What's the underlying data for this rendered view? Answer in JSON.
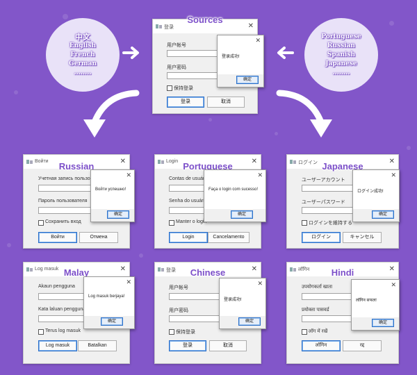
{
  "source_languages": [
    "中文",
    "English",
    "French",
    "German",
    "........"
  ],
  "target_languages": [
    "Portuguese",
    "Russian",
    "Spanish",
    "Japanese",
    "........"
  ],
  "windows": {
    "source": {
      "lang": "Sources",
      "title": "登录",
      "user_label": "用户帐号",
      "pass_label": "用户密码",
      "remember": "保持登录",
      "login_btn": "登录",
      "cancel_btn": "取消",
      "dialog_msg": "登录成功!",
      "ok": "确定"
    },
    "russian": {
      "lang": "Russian",
      "title": "Войти",
      "user_label": "Учетная запись пользовате",
      "pass_label": "Пароль пользователя",
      "remember": "Сохранить вход",
      "login_btn": "Войти",
      "cancel_btn": "Отмена",
      "dialog_msg": "Войти успешно!",
      "ok": "确定"
    },
    "portuguese": {
      "lang": "Portuguese",
      "title": "Login",
      "user_label": "Contas de usuário",
      "pass_label": "Senha do usuário",
      "remember": "Manter o login",
      "login_btn": "Login",
      "cancel_btn": "Cancelamento",
      "dialog_msg": "Faça o login com sucesso!",
      "ok": "确定"
    },
    "japanese": {
      "lang": "Japanese",
      "title": "ログイン",
      "user_label": "ユーザーアカウント",
      "pass_label": "ユーザーパスワード",
      "remember": "ログインを維持する",
      "login_btn": "ログイン",
      "cancel_btn": "キャンセル",
      "dialog_msg": "ログイン成功!",
      "ok": "确定"
    },
    "malay": {
      "lang": "Malay",
      "title": "Log masuk",
      "user_label": "Akaun pengguna",
      "pass_label": "Kata laluan pengguna",
      "remember": "Terus log masuk",
      "login_btn": "Log masuk",
      "cancel_btn": "Batalkan",
      "dialog_msg": "Log masuk berjaya!",
      "ok": "确定"
    },
    "chinese": {
      "lang": "Chinese",
      "title": "登录",
      "user_label": "用户帐号",
      "pass_label": "用户密码",
      "remember": "保持登录",
      "login_btn": "登录",
      "cancel_btn": "取消",
      "dialog_msg": "登录成功!",
      "ok": "确定"
    },
    "hindi": {
      "lang": "Hindi",
      "title": "लॉगिन",
      "user_label": "उपयोगकर्ता खाता",
      "pass_label": "प्रयोक्ता पासवर्ड",
      "remember": "लॉग में रखें",
      "login_btn": "लॉगिन",
      "cancel_btn": "रद्द",
      "dialog_msg": "लॉगिन सफल!",
      "ok": "确定"
    }
  },
  "colors": {
    "background": "#8256c9",
    "accent": "#7c4fc9",
    "button_border": "#2b6fc9"
  }
}
